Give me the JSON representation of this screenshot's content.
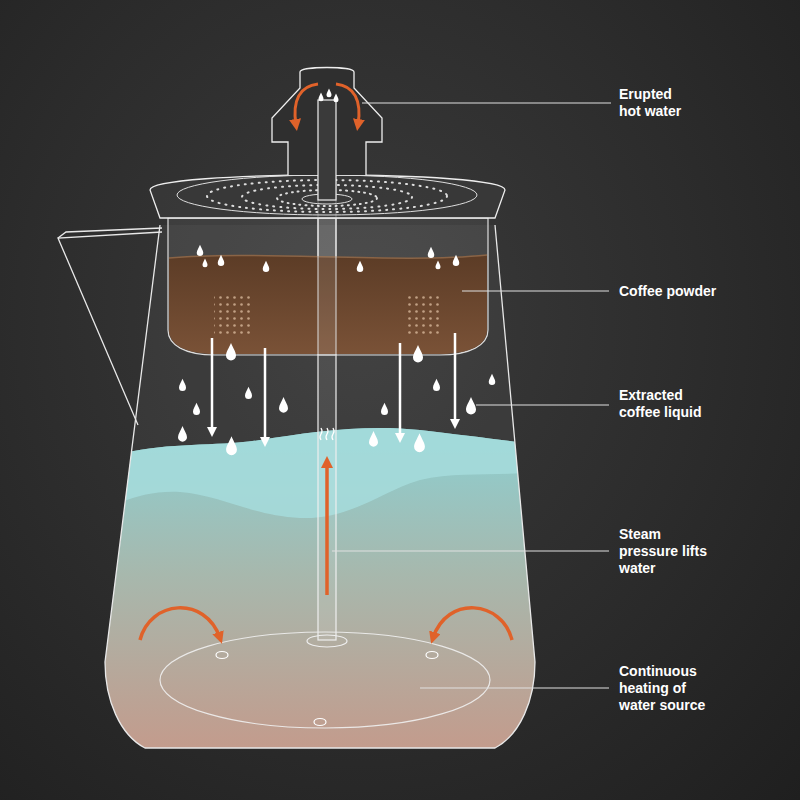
{
  "diagram": {
    "labels": [
      "Erupted hot water",
      "Coffee powder",
      "Extracted coffee liquid",
      "Steam pressure lifts water",
      "Continuous heating of water source"
    ]
  }
}
